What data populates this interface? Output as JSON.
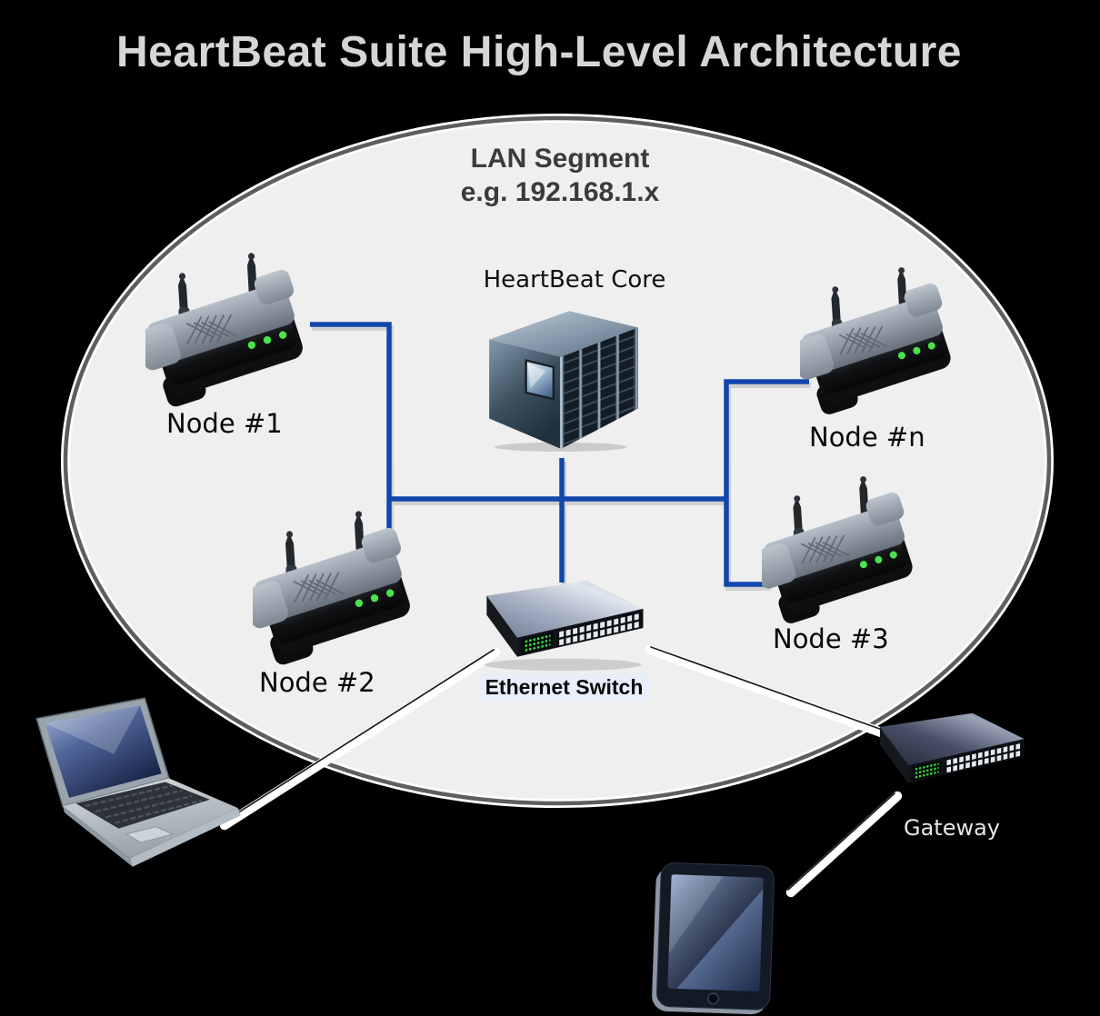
{
  "title": "HeartBeat Suite High-Level Architecture",
  "lan_segment": {
    "title": "LAN Segment",
    "subtitle": "e.g. 192.168.1.x"
  },
  "core": {
    "label": "HeartBeat Core",
    "icon": "server-cabinet-icon"
  },
  "nodes": [
    {
      "label": "Node #1",
      "icon": "wireless-router-icon"
    },
    {
      "label": "Node #2",
      "icon": "wireless-router-icon"
    },
    {
      "label": "Node #3",
      "icon": "wireless-router-icon"
    },
    {
      "label": "Node #n",
      "icon": "wireless-router-icon"
    }
  ],
  "ethernet_switch": {
    "label": "Ethernet Switch",
    "icon": "network-switch-icon"
  },
  "gateway": {
    "label": "Gateway",
    "icon": "network-switch-icon"
  },
  "external_devices": [
    {
      "name": "laptop",
      "icon": "laptop-icon"
    },
    {
      "name": "tablet",
      "icon": "tablet-icon"
    }
  ],
  "connections": {
    "lan_links": [
      "Node #1 - LAN bus",
      "Node #2 - LAN bus",
      "Node #3 - LAN bus",
      "Node #n - LAN bus",
      "HeartBeat Core - LAN bus",
      "Ethernet Switch - LAN bus"
    ],
    "external_links": [
      "Laptop - Ethernet Switch",
      "Ethernet Switch - Gateway",
      "Gateway - Tablet"
    ]
  },
  "colors": {
    "background": "#000000",
    "title_text": "#d6d6d6",
    "lan_fill": "#efefef",
    "lan_border": "#5e5e5e",
    "lan_link_blue": "#1146ad",
    "external_link_white": "#ffffff",
    "led_green": "#3ade3a",
    "node_label_text": "#070707",
    "lan_label_text": "#3b3b3b",
    "gateway_label_text": "#e6e6e6"
  }
}
